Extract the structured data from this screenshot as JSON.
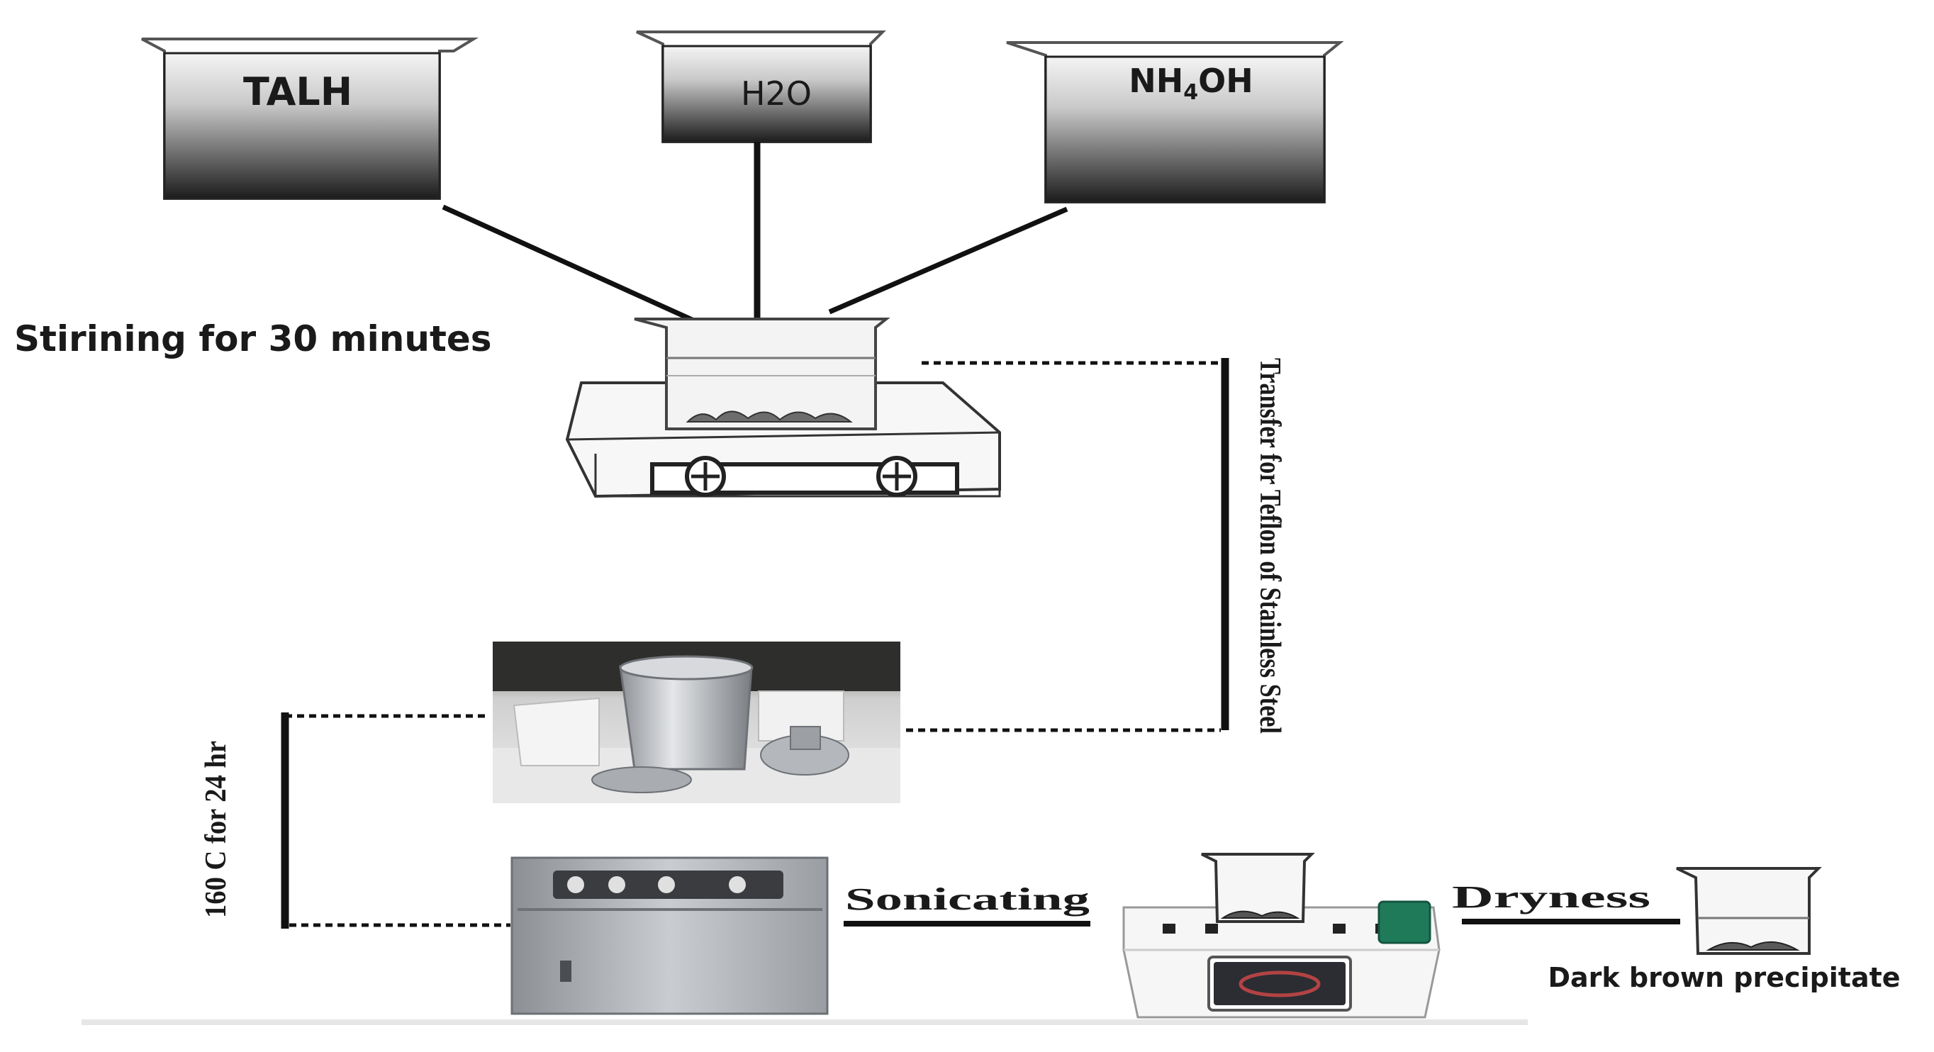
{
  "beakers": {
    "talh": "TALH",
    "h2o": "H2O",
    "nh4oh_main": "NH",
    "nh4oh_sub": "4",
    "nh4oh_rest": "OH"
  },
  "steps": {
    "stirring": "Stirining for 30 minutes",
    "transfer": "Transfer for Teflon of Stainless Steel",
    "heating": "160 C for 24 hr",
    "sonicating": "Sonicating",
    "dryness": "Dryness",
    "product": "Dark brown precipitate"
  },
  "colors": {
    "line": "#111111",
    "steel": "#b9bcc1",
    "ink": "#1a1a1a"
  }
}
